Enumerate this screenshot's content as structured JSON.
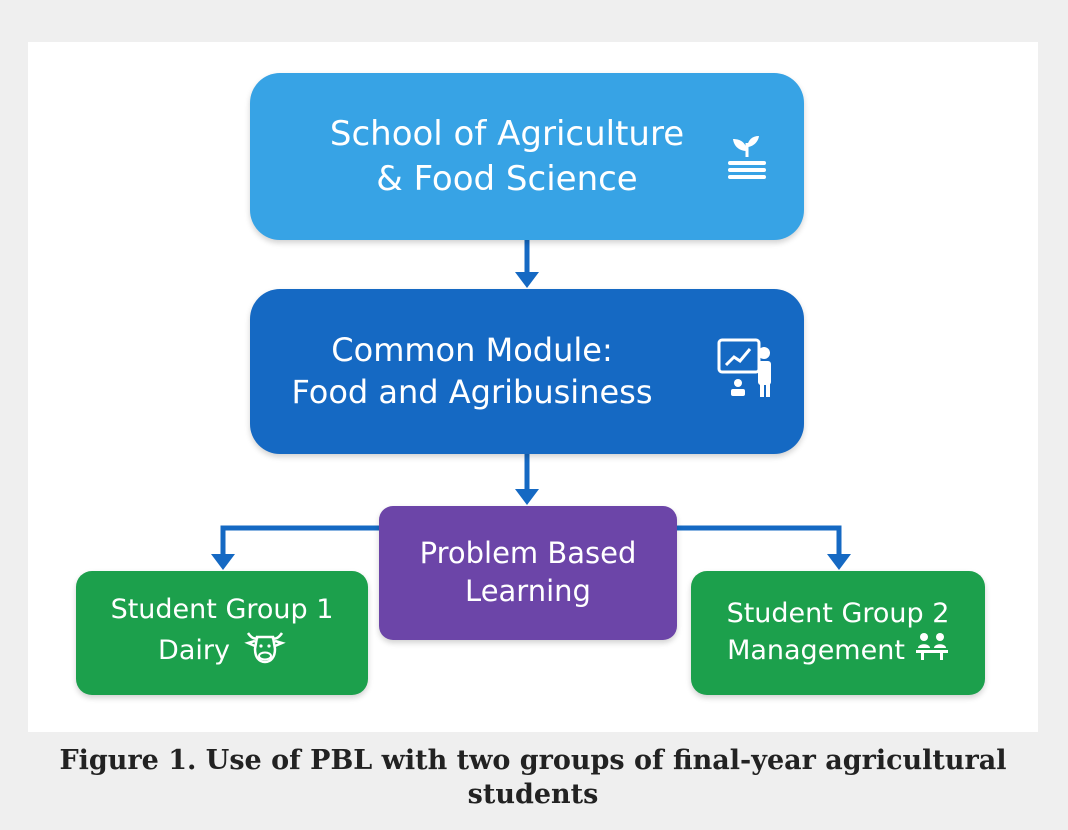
{
  "diagram": {
    "school": {
      "line1": "School of Agriculture",
      "line2": "& Food Science",
      "icon": "plant-book-icon",
      "color": "#37a3e5"
    },
    "common_module": {
      "line1": "Common Module:",
      "line2": "Food and Agribusiness",
      "icon": "presentation-board-icon",
      "color": "#1569c3"
    },
    "pbl": {
      "line1": "Problem Based",
      "line2": "Learning",
      "color": "#6c45a8"
    },
    "group1": {
      "line1": "Student Group 1",
      "line2": "Dairy",
      "icon": "cow-icon",
      "color": "#1ca04c"
    },
    "group2": {
      "line1": "Student Group 2",
      "line2": "Management",
      "icon": "people-meeting-icon",
      "color": "#1ca04c"
    },
    "connector_color": "#1569c3"
  },
  "caption": {
    "line1": "Figure 1. Use of PBL with two groups of final-year agricultural",
    "line2": "students"
  }
}
